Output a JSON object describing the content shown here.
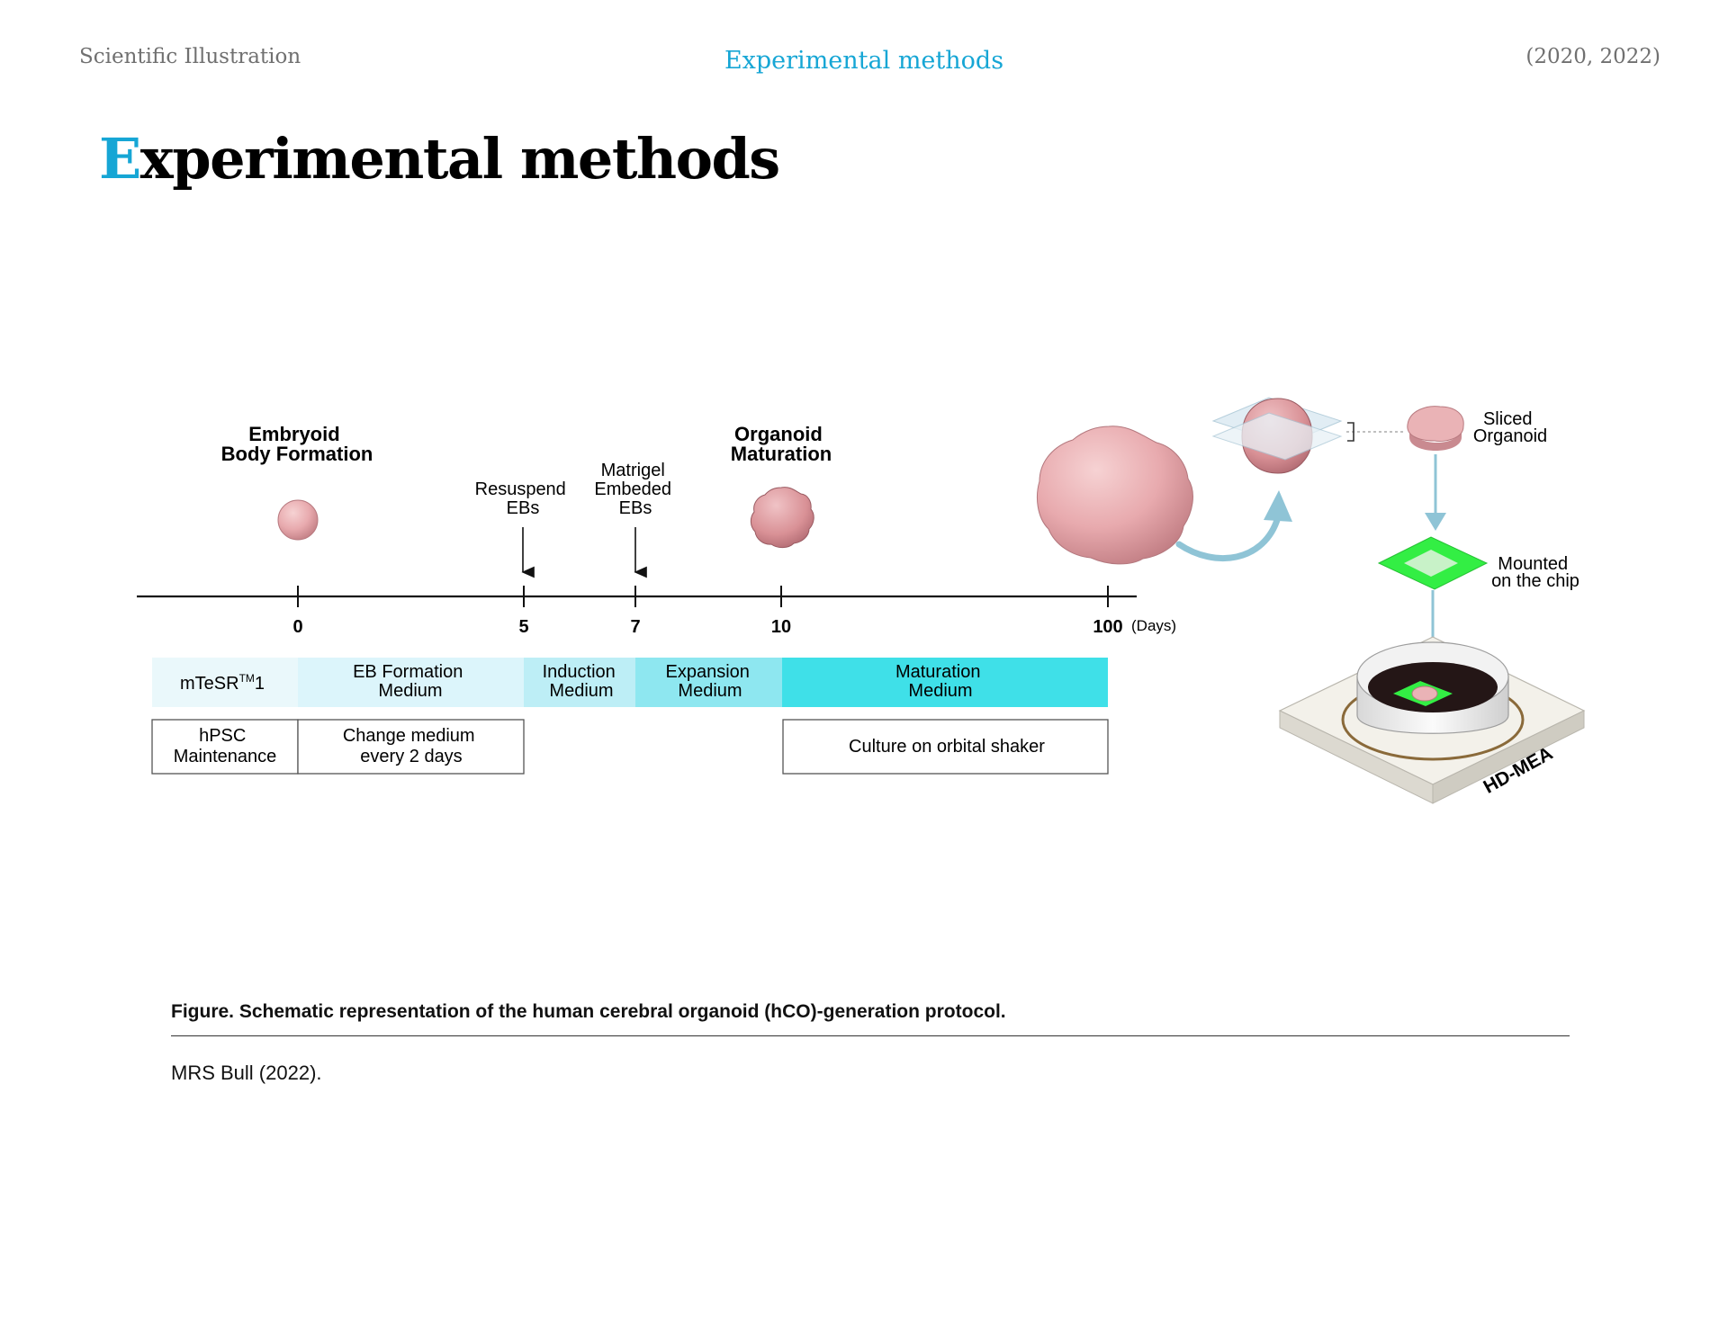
{
  "header": {
    "left": "Scientific Illustration",
    "center": "Experimental methods",
    "right": "(2020, 2022)"
  },
  "title": {
    "first_letter": "E",
    "rest": "xperimental methods"
  },
  "colors": {
    "accent": "#16a6d5",
    "medium_mtesr": "#eaf8fb",
    "medium_eb": "#dcf5fb",
    "medium_induction": "#bdeef6",
    "medium_expansion": "#8ee7f0",
    "medium_maturation": "#3fe0e8",
    "chip_green": "#33ee44",
    "organoid_pink": "#e9a9ad",
    "arrow_blue": "#8fc4d6"
  },
  "diagram": {
    "stage_embryoid": [
      "Embryoid",
      "Body Formation"
    ],
    "stage_organoid": [
      "Organoid",
      "Maturation"
    ],
    "event_resuspend": [
      "Resuspend",
      "EBs"
    ],
    "event_matrigel": [
      "Matrigel",
      "Embeded",
      "EBs"
    ],
    "timeline_unit": "(Days)",
    "ticks": [
      "0",
      "5",
      "7",
      "10",
      "100"
    ],
    "media": {
      "mtesr": "mTeSR",
      "mtesr_sup": "TM",
      "mtesr_suffix": "1",
      "eb": [
        "EB Formation",
        "Medium"
      ],
      "induction": [
        "Induction",
        "Medium"
      ],
      "expansion": [
        "Expansion",
        "Medium"
      ],
      "maturation": [
        "Maturation",
        "Medium"
      ]
    },
    "notes": {
      "hpsc": [
        "hPSC",
        "Maintenance"
      ],
      "change": [
        "Change medium",
        "every 2 days"
      ],
      "shaker": "Culture on orbital shaker"
    },
    "sliced": [
      "Sliced",
      "Organoid"
    ],
    "mounted": [
      "Mounted",
      "on the chip"
    ],
    "hdmea": "HD-MEA"
  },
  "figure": {
    "caption": "Figure. Schematic representation of the human cerebral organoid (hCO)-generation protocol.",
    "source": "MRS Bull (2022)."
  }
}
